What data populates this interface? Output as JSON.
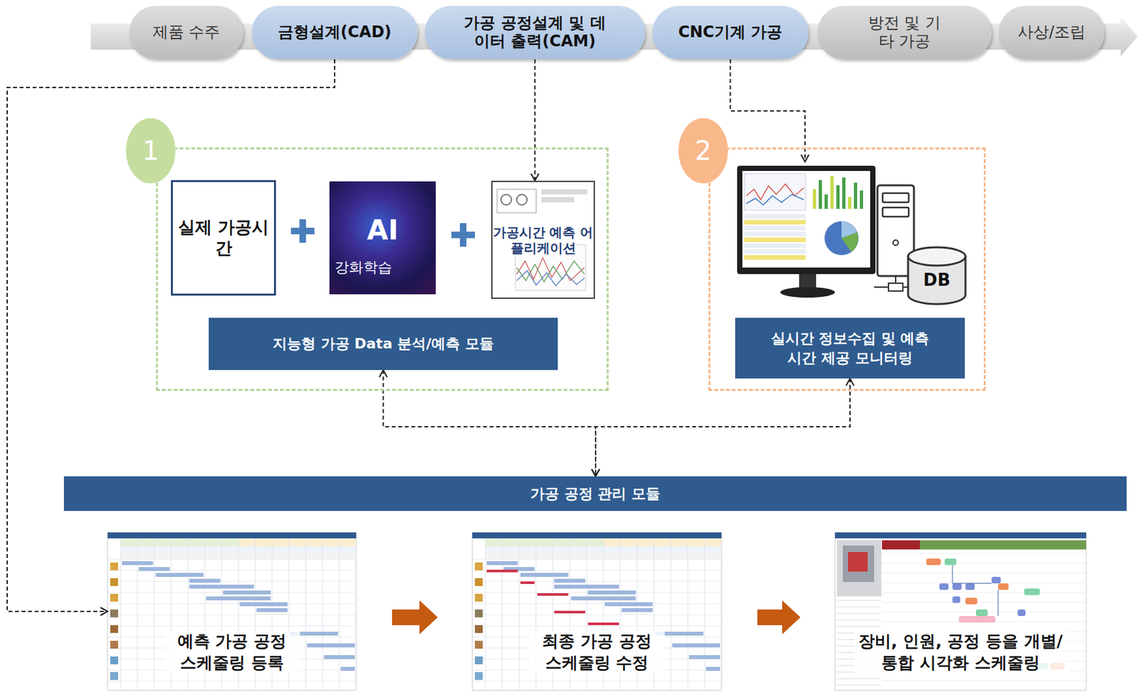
{
  "diagram": {
    "nodes": [
      {
        "text": [
          "제품 수주"
        ]
      },
      {
        "text": [
          "금형설계(CAD)"
        ]
      },
      {
        "text": [
          "가공 공정설계 및 데이터 출력(CAM)"
        ]
      },
      {
        "text": [
          "CNC기계 가공"
        ]
      },
      {
        "text": [
          "방전 및 기타 가공"
        ]
      },
      {
        "text": [
          "사상/조립"
        ]
      },
      {
        "text": [
          "1"
        ]
      },
      {
        "text": [
          "실제 가공시간"
        ],
        "in": 6
      },
      {
        "text": [
          "AI",
          "강화학습"
        ],
        "in": 6
      },
      {
        "text": [
          "가공시간 예측 어플리케이션"
        ],
        "in": 6
      },
      {
        "text": [
          "지능형 가공 Data 분석/예측 모듈"
        ],
        "in": 6
      },
      {
        "text": [
          "2"
        ]
      },
      {
        "text": [
          "실시간 정보수집 및 예측시간 제공 모니터링"
        ],
        "in": 11
      },
      {
        "text": [
          "가공 공정 관리 모듈"
        ]
      },
      {
        "text": [
          "예측 가공 공정 스케줄링 등록"
        ]
      },
      {
        "text": [
          "최종 가공 공정 스케줄링 수정"
        ]
      },
      {
        "text": [
          "장비, 인원, 공정 등을 개별/통합 시각화 스케줄링"
        ]
      }
    ],
    "edges": [
      {
        "from": 1,
        "to": 14,
        "arrow": "to"
      },
      {
        "from": 2,
        "to": 9,
        "arrow": "to"
      },
      {
        "from": 3,
        "to": 11,
        "arrow": "to"
      },
      {
        "from": 10,
        "to": 13,
        "arrow": "both"
      },
      {
        "from": 12,
        "to": 13,
        "arrow": "both"
      },
      {
        "from": 14,
        "to": 15,
        "arrow": "to"
      },
      {
        "from": 15,
        "to": 16,
        "arrow": "to"
      }
    ],
    "labels": [
      "DB"
    ]
  }
}
